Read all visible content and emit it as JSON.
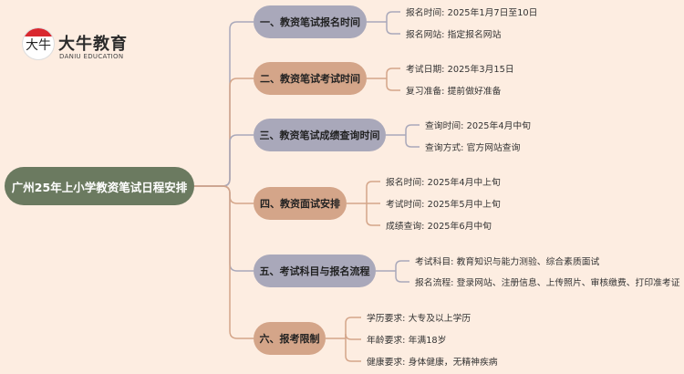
{
  "logo": {
    "title": "大牛教育",
    "subtitle": "DANIU EDUCATION",
    "glyph": "大牛"
  },
  "root": {
    "label": "广州25年上小学教资笔试日程安排"
  },
  "colors": {
    "root": "#6b7a60",
    "gray": "#a9a8ba",
    "tan": "#d4a589",
    "line_gray": "#a9a8ba",
    "line_tan": "#d4a589"
  },
  "branches": [
    {
      "label": "一、教资笔试报名时间",
      "color": "gray",
      "leaves": [
        "报名时间: 2025年1月7日至10日",
        "报名网站: 指定报名网站"
      ]
    },
    {
      "label": "二、教资笔试考试时间",
      "color": "tan",
      "leaves": [
        "考试日期: 2025年3月15日",
        "复习准备: 提前做好准备"
      ]
    },
    {
      "label": "三、教资笔试成绩查询时间",
      "color": "gray",
      "leaves": [
        "查询时间: 2025年4月中旬",
        "查询方式: 官方网站查询"
      ]
    },
    {
      "label": "四、教资面试安排",
      "color": "tan",
      "leaves": [
        "报名时间: 2025年4月中上旬",
        "考试时间: 2025年5月中上旬",
        "成绩查询: 2025年6月中旬"
      ]
    },
    {
      "label": "五、考试科目与报名流程",
      "color": "gray",
      "leaves": [
        "考试科目: 教育知识与能力测验、综合素质面试",
        "报名流程: 登录网站、注册信息、上传照片、审核缴费、打印准考证"
      ]
    },
    {
      "label": "六、报考限制",
      "color": "tan",
      "leaves": [
        "学历要求: 大专及以上学历",
        "年龄要求: 年满18岁",
        "健康要求: 身体健康，无精神疾病"
      ]
    }
  ]
}
